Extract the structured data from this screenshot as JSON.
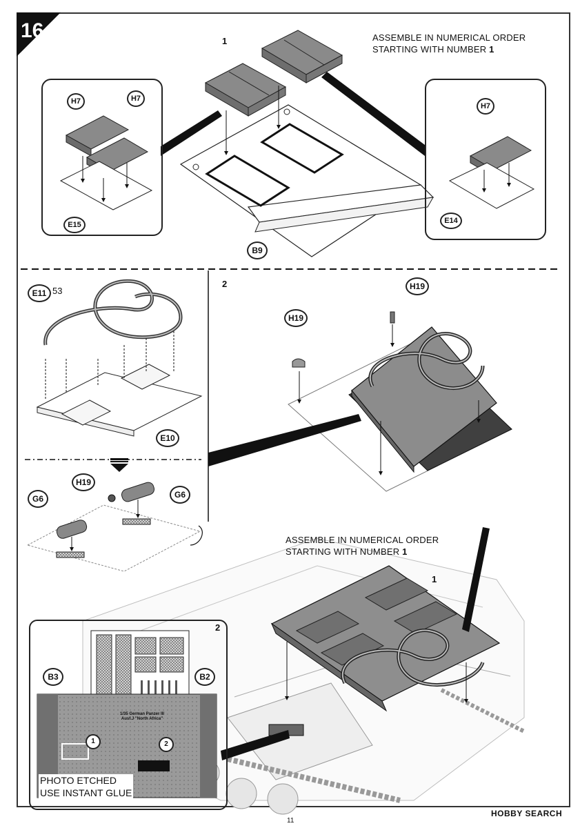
{
  "step_number": "16",
  "page_number": "11",
  "instruction": {
    "line1": "ASSEMBLE IN NUMERICAL ORDER",
    "line2_prefix": "STARTING WITH NUMBER ",
    "line2_num": "1"
  },
  "substeps": {
    "one": "1",
    "two": "2"
  },
  "parts": {
    "h7": "H7",
    "e15": "E15",
    "e14": "E14",
    "b9": "B9",
    "e11": "E11",
    "e11_qty": "53",
    "e10": "E10",
    "h19": "H19",
    "g6": "G6",
    "b3": "B3",
    "b2": "B2"
  },
  "photo_etch_sheet": {
    "line1": "1/35 German Panzer III",
    "line2": "Ausf.J \"North Africa\""
  },
  "photo_markers": [
    "1",
    "2"
  ],
  "photo_label": {
    "line1": "PHOTO ETCHED",
    "line2": "USE INSTANT GLUE"
  },
  "watermark": "HOBBY SEARCH",
  "colors": {
    "panel_grey": "#8a8a8a",
    "dark_grey": "#555555",
    "hatch": "#3c3c3c"
  }
}
